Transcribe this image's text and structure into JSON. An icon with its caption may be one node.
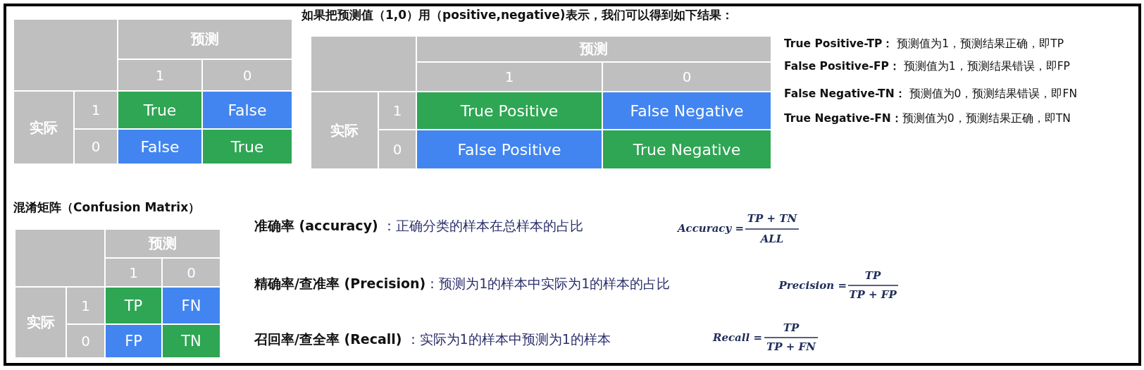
{
  "diagram": {
    "nodes": [
      {
        "text": [],
        "shape": "box"
      },
      {
        "text": [
          "预测"
        ]
      },
      {
        "text": [
          "1"
        ]
      },
      {
        "text": [
          "0"
        ]
      },
      {
        "text": [
          "实际"
        ]
      },
      {
        "text": [
          "1"
        ]
      },
      {
        "text": [
          "True"
        ]
      },
      {
        "text": [
          "False"
        ]
      },
      {
        "text": [
          "0"
        ]
      },
      {
        "text": [
          "False"
        ]
      },
      {
        "text": [
          "True"
        ]
      },
      {
        "text": [],
        "shape": "box"
      },
      {
        "text": [
          "预测"
        ]
      },
      {
        "text": [
          "1"
        ]
      },
      {
        "text": [
          "0"
        ]
      },
      {
        "text": [
          "实际"
        ]
      },
      {
        "text": [
          "1"
        ]
      },
      {
        "text": [
          "True Positive"
        ]
      },
      {
        "text": [
          "False Negative"
        ]
      },
      {
        "text": [
          "0"
        ]
      },
      {
        "text": [
          "False Positive"
        ]
      },
      {
        "text": [
          "True Negative"
        ]
      },
      {
        "text": [],
        "shape": "box"
      },
      {
        "text": [
          "预测"
        ]
      },
      {
        "text": [
          "1"
        ]
      },
      {
        "text": [
          "0"
        ]
      },
      {
        "text": [
          "实际"
        ]
      },
      {
        "text": [
          "1"
        ]
      },
      {
        "text": [
          "TP"
        ]
      },
      {
        "text": [
          "FN"
        ]
      },
      {
        "text": [
          "0"
        ]
      },
      {
        "text": [
          "FP"
        ]
      },
      {
        "text": [
          "TN"
        ]
      }
    ],
    "labels": [
      "如果把预测值（1,0）用（positive,negative)表示，我们可以得到如下结果：",
      "**True Positive-TP：** 预测值为1，预测结果正确，即TP",
      "**False Positive-FP：** 预测值为1，预测结果错误，即FP",
      "**False Negative-TN：** 预测值为0，预测结果错误，即FN",
      "**True Negative-FN：**预测值为0，预测结果正确，即TN",
      "混淆矩阵（Confusion Matrix）",
      "**准确率 (accuracy)** ：正确分类的样本在总样本的占比",
      "Accuracy =",
      "TP + TN",
      "ALL",
      "**精确率/查准率 (Precision)**：预测为1的样本中实际为1的样本的占比",
      "Precision =",
      "TP",
      "TP + FP",
      "**召回率/查全率 (Recall)** ：实际为1的样本中预测为1的样本",
      "Recall =",
      "TP",
      "TP + FN"
    ]
  }
}
